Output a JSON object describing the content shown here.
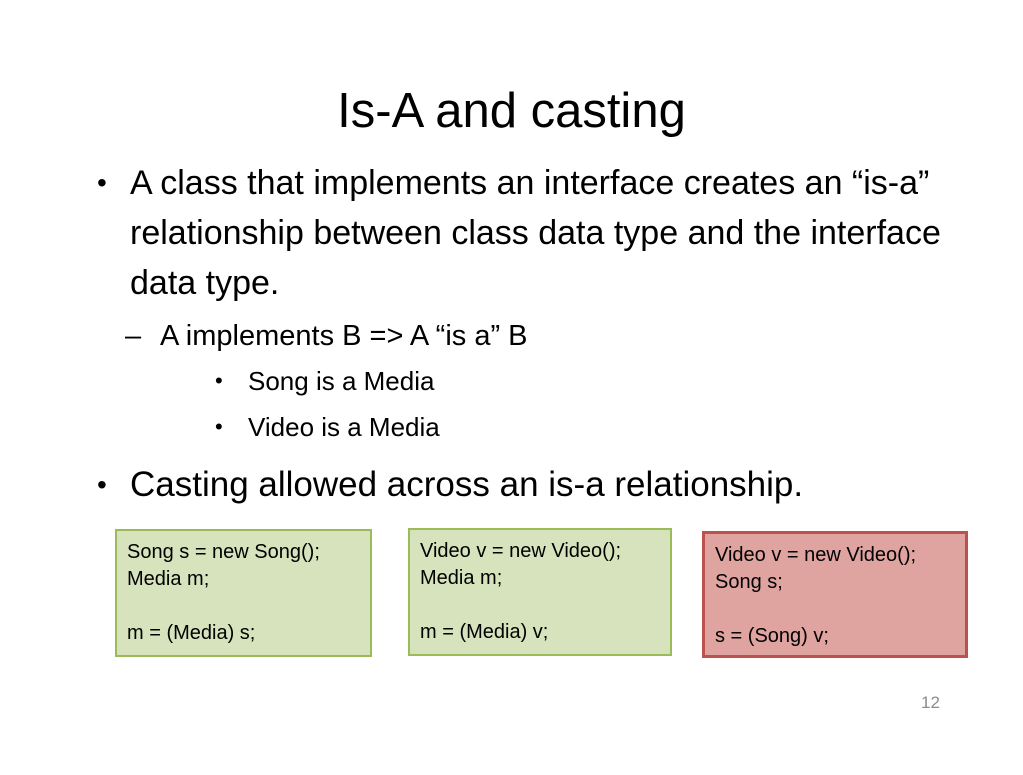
{
  "slide": {
    "title": "Is-A and casting",
    "bullets": [
      {
        "level": 1,
        "marker": "•",
        "text": "A class that implements an interface creates an “is-a” relationship between class data type and the interface data type."
      },
      {
        "level": 2,
        "marker": "–",
        "text": "A implements B => A “is a” B"
      },
      {
        "level": 3,
        "marker": "•",
        "text": "Song is a Media"
      },
      {
        "level": 3,
        "marker": "•",
        "text": "Video is a Media"
      },
      {
        "level": 1,
        "marker": "•",
        "text": "Casting allowed across an is-a relationship."
      }
    ],
    "code_boxes": [
      {
        "status": "valid-cast",
        "fill": "#d7e3bc",
        "border": "#9bbb59",
        "lines": [
          "Song s = new Song();",
          "Media m;",
          "",
          "m = (Media) s;"
        ]
      },
      {
        "status": "valid-cast",
        "fill": "#d7e3bc",
        "border": "#9bbb59",
        "lines": [
          "Video v = new Video();",
          "Media m;",
          "",
          "m = (Media) v;"
        ]
      },
      {
        "status": "invalid-cast",
        "fill": "#dfa3a0",
        "border": "#bb524e",
        "lines": [
          "Video v = new Video();",
          "Song s;",
          "",
          "s = (Song) v;"
        ]
      }
    ],
    "page_number": "12"
  }
}
